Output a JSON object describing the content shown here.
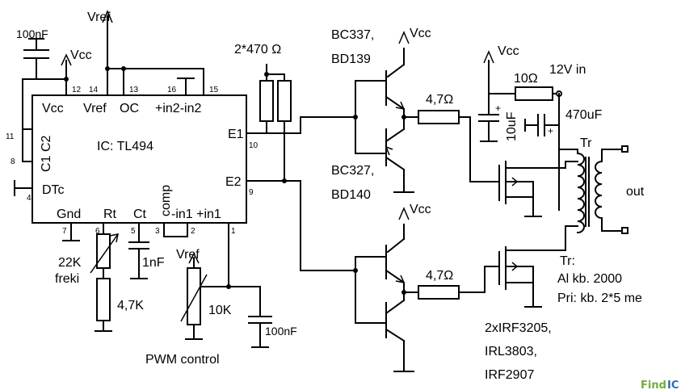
{
  "ic": {
    "name": "IC: TL494",
    "pin_labels": {
      "vcc": "Vcc",
      "vref": "Vref",
      "oc": "OC",
      "in2": "+in2-in2",
      "c2": "C2",
      "c1": "C1",
      "dtc": "DTc",
      "e1": "E1",
      "e2": "E2",
      "gnd": "Gnd",
      "rt": "Rt",
      "ct": "Ct",
      "comp": "comp",
      "in1": "-in1 +in1"
    },
    "pin_numbers": {
      "p12": "12",
      "p14": "14",
      "p13": "13",
      "p16": "16",
      "p15": "15",
      "p11": "11",
      "p8": "8",
      "p4": "4",
      "p10": "10",
      "p9": "9",
      "p7": "7",
      "p6": "6",
      "p5": "5",
      "p3": "3",
      "p2": "2",
      "p1": "1"
    }
  },
  "rails": {
    "vref_top": "Vref",
    "vcc_ic": "Vcc",
    "vcc_q1": "Vcc",
    "vcc_q3": "Vcc",
    "vcc_right": "Vcc",
    "vref_pot": "Vref",
    "input": "12V in"
  },
  "components": {
    "c_top": "100nF",
    "r_pair": "2*470 Ω",
    "q_upper_npn": [
      "BC337,",
      "BD139"
    ],
    "q_upper_pnp": [
      "BC327,",
      "BD140"
    ],
    "r_gate1": "4,7Ω",
    "r_gate2": "4,7Ω",
    "r_input": "10Ω",
    "c_10uf": "10uF",
    "c_470uf": "470uF",
    "transformer": "Tr",
    "output": "out",
    "r_22k": "22K",
    "freki": "freki",
    "r_47k": "4,7K",
    "c_1nf": "1nF",
    "pot_10k": "10K",
    "c_100nf_bottom": "100nF",
    "pwm_label": "PWM control",
    "mosfets": [
      "2xIRF3205,",
      "IRL3803,",
      "IRF2907"
    ],
    "tr_notes": [
      "Tr:",
      "Al kb. 2000",
      "Pri: kb. 2*5 me"
    ]
  },
  "watermark": {
    "part1": "Find",
    "part2": "IC"
  }
}
